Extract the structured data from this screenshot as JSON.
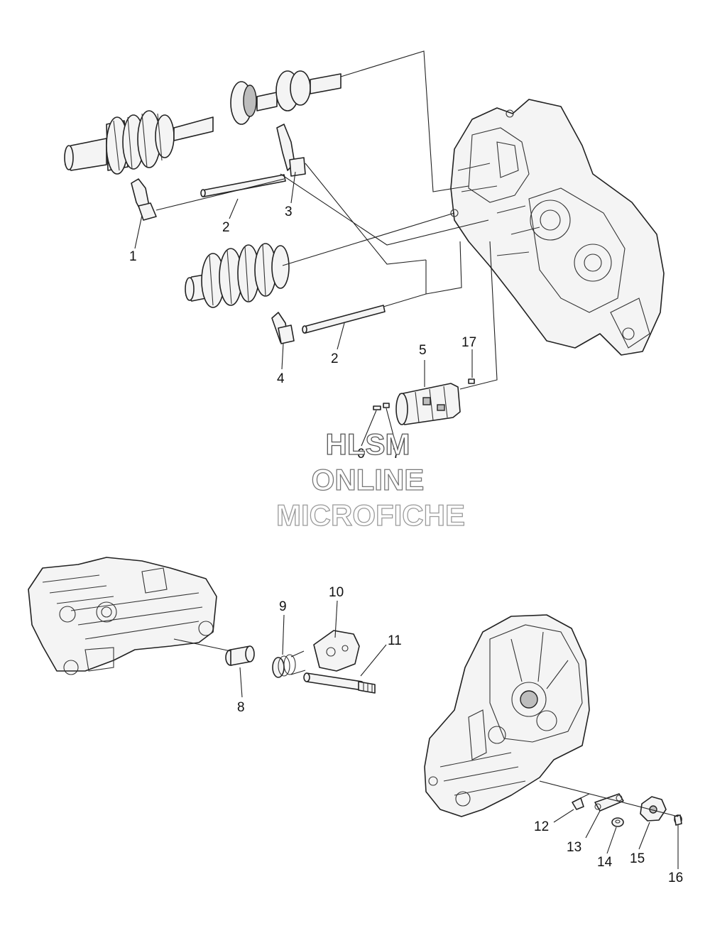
{
  "watermark": {
    "line1": "HLSM",
    "line2": "ONLINE",
    "line3": "MICROFICHE",
    "color_line1": "#555555",
    "color_line2": "#777777",
    "color_line3": "#9a9a9a"
  },
  "callouts": {
    "c1": "1",
    "c2a": "2",
    "c2b": "2",
    "c3": "3",
    "c4": "4",
    "c5": "5",
    "c6": "6",
    "c7": "7",
    "c8": "8",
    "c9": "9",
    "c10": "10",
    "c11": "11",
    "c12": "12",
    "c13": "13",
    "c14": "14",
    "c15": "15",
    "c16": "16",
    "c17": "17"
  }
}
